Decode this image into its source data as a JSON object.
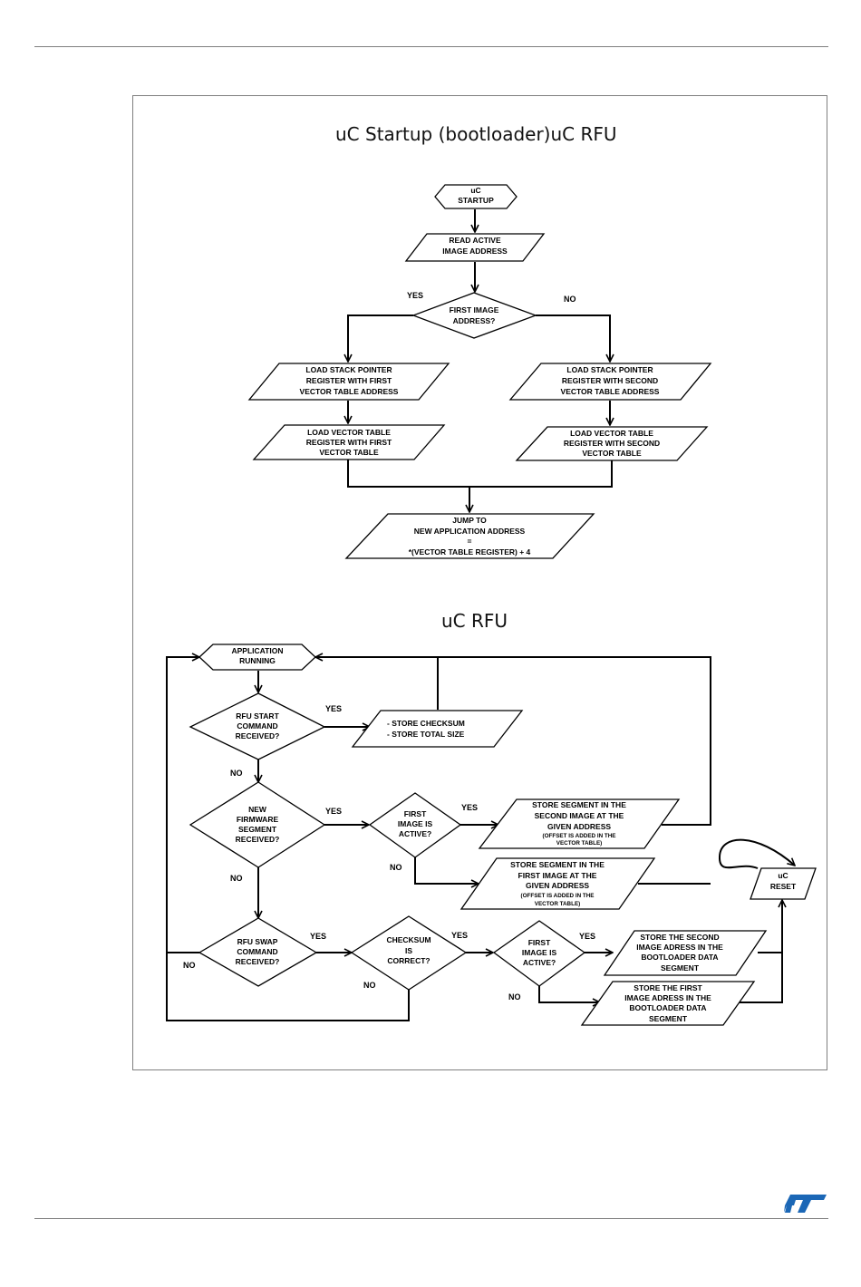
{
  "page": {
    "frame_title_1": "uC Startup (bootloader)uC RFU",
    "frame_title_2": "uC RFU",
    "logo": "st-logo"
  },
  "startup": {
    "start": [
      "uC",
      "STARTUP"
    ],
    "read_active": [
      "READ ACTIVE",
      "IMAGE ADDRESS"
    ],
    "decision_first": [
      "FIRST IMAGE",
      "ADDRESS?"
    ],
    "yes": "YES",
    "no": "NO",
    "load_sp_first": [
      "LOAD STACK POINTER",
      "REGISTER WITH FIRST",
      "VECTOR TABLE ADDRESS"
    ],
    "load_sp_second": [
      "LOAD STACK POINTER",
      "REGISTER WITH SECOND",
      "VECTOR TABLE ADDRESS"
    ],
    "load_vt_first": [
      "LOAD VECTOR  TABLE",
      "REGISTER WITH FIRST",
      "VECTOR TABLE"
    ],
    "load_vt_second": [
      "LOAD VECTOR  TABLE",
      "REGISTER WITH SECOND",
      "VECTOR TABLE"
    ],
    "jump": [
      "JUMP TO",
      "NEW APPLICATION ADDRESS",
      "=",
      "*(VECTOR TABLE REGISTER) + 4"
    ]
  },
  "rfu": {
    "app_running": [
      "APPLICATION",
      "RUNNING"
    ],
    "rfu_start": [
      "RFU START",
      "COMMAND",
      "RECEIVED?"
    ],
    "store_checksum": [
      "- STORE CHECKSUM",
      "- STORE TOTAL SIZE"
    ],
    "new_fw": [
      "NEW",
      "FIRMWARE",
      "SEGMENT",
      "RECEIVED?"
    ],
    "first_active_1": [
      "FIRST",
      "IMAGE IS",
      "ACTIVE?"
    ],
    "store_second": [
      "STORE SEGMENT IN THE",
      "SECOND IMAGE AT THE",
      "GIVEN ADDRESS"
    ],
    "store_second_note": [
      "(OFFSET IS ADDED IN THE",
      "VECTOR TABLE)"
    ],
    "store_first": [
      "STORE SEGMENT IN THE",
      "FIRST IMAGE AT THE",
      "GIVEN ADDRESS"
    ],
    "store_first_note": [
      "(OFFSET IS ADDED IN THE",
      "VECTOR TABLE)"
    ],
    "uc_reset": [
      "uC",
      "RESET"
    ],
    "rfu_swap": [
      "RFU SWAP",
      "COMMAND",
      "RECEIVED?"
    ],
    "checksum": [
      "CHECKSUM",
      "IS",
      "CORRECT?"
    ],
    "first_active_2": [
      "FIRST",
      "IMAGE IS",
      "ACTIVE?"
    ],
    "store_second_boot": [
      "STORE THE SECOND",
      "IMAGE ADRESS IN THE",
      "BOOTLOADER DATA",
      "SEGMENT"
    ],
    "store_first_boot": [
      "STORE THE FIRST",
      "IMAGE ADRESS IN THE",
      "BOOTLOADER DATA",
      "SEGMENT"
    ],
    "yes": "YES",
    "no": "NO"
  }
}
